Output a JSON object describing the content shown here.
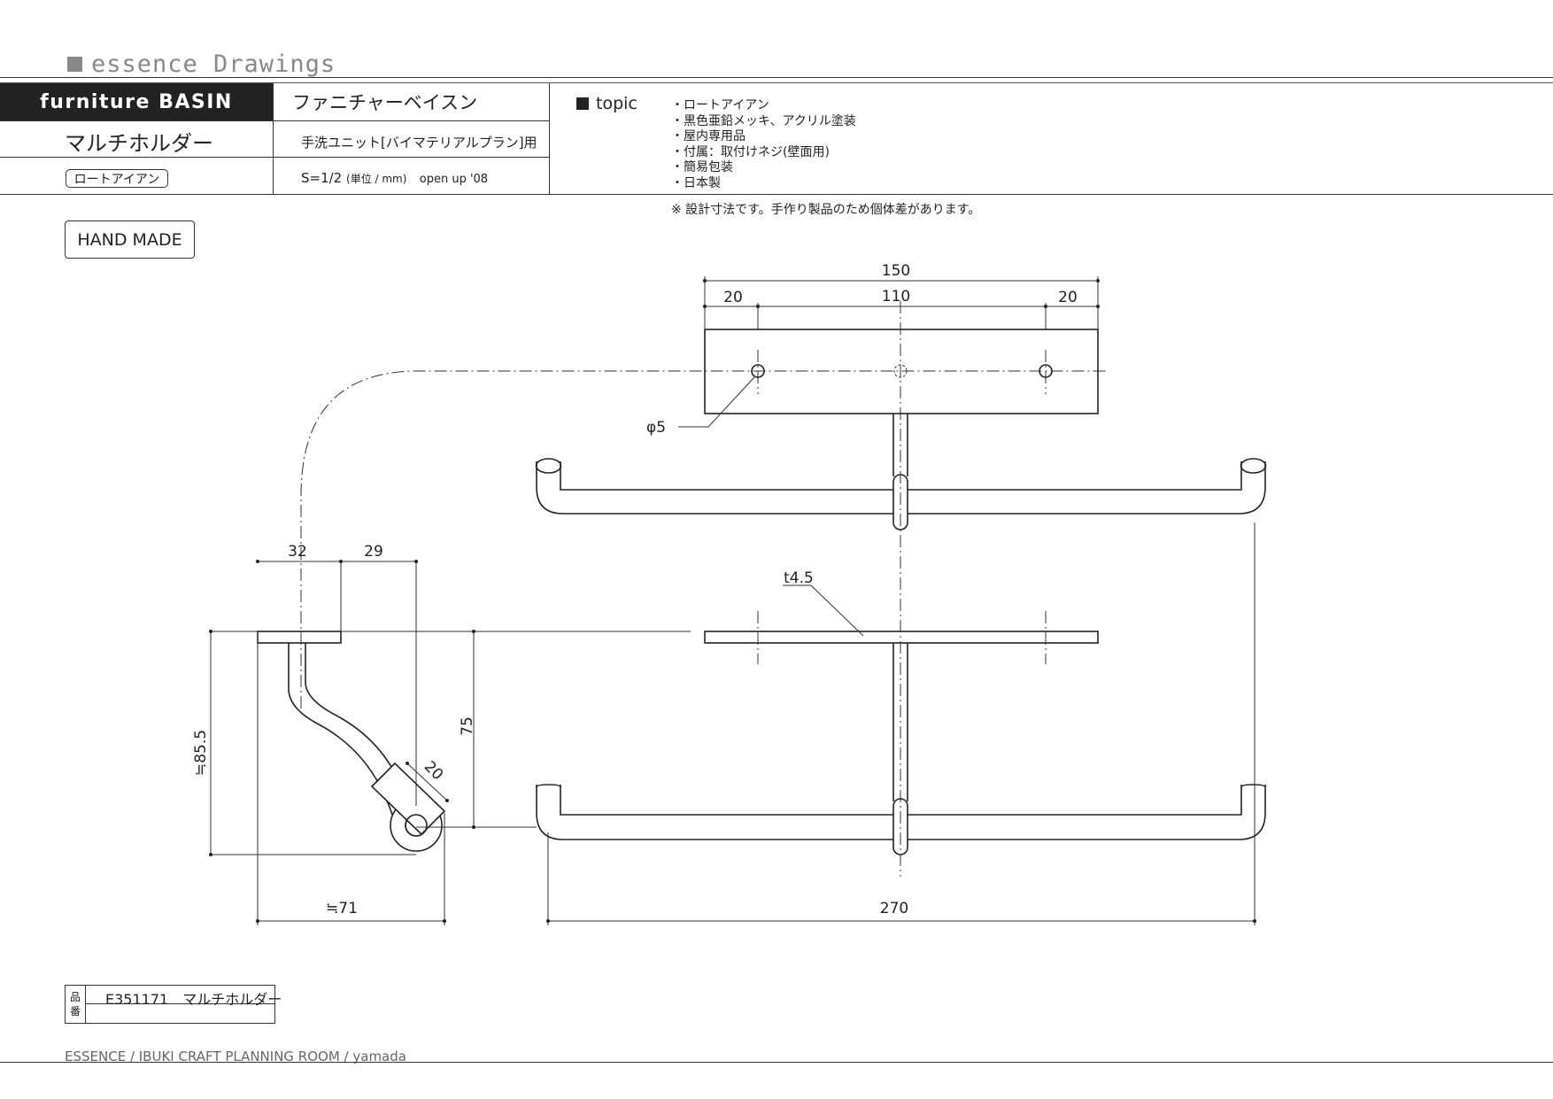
{
  "brand": {
    "title": "essence Drawings"
  },
  "header": {
    "category_en": "furniture BASIN",
    "category_jp": "ファニチャーベイスン",
    "product_name": "マルチホルダー",
    "unit_note": "手洗ユニット[バイマテリアルプラン]用",
    "material_badge": "ロートアイアン",
    "scale_prefix": "S=1/2",
    "scale_unit": "(単位 / mm)",
    "scale_suffix": "open up '08"
  },
  "topic": {
    "label": "topic",
    "items": [
      "・ロートアイアン",
      "・黒色亜鉛メッキ、アクリル塗装",
      "・屋内専用品",
      "・付属：取付けネジ(壁面用)",
      "・簡易包装",
      "・日本製"
    ],
    "note": "※ 設計寸法です。手作り製品のため個体差があります。"
  },
  "badge": {
    "hand_made": "HAND MADE"
  },
  "dimensions": {
    "top_total": "150",
    "top_left": "20",
    "top_center": "110",
    "top_right": "20",
    "hole": "φ5",
    "thickness": "t4.5",
    "side_a": "32",
    "side_b": "29",
    "side_height": "≒85.5",
    "side_inner_height": "75",
    "side_pipe": "20",
    "side_width": "≒71",
    "front_width": "270"
  },
  "part_number": {
    "label_top": "品",
    "label_bottom": "番",
    "code": "E351171　マルチホルダー"
  },
  "footer": {
    "credit": "ESSENCE / IBUKI CRAFT  PLANNING ROOM / yamada"
  }
}
